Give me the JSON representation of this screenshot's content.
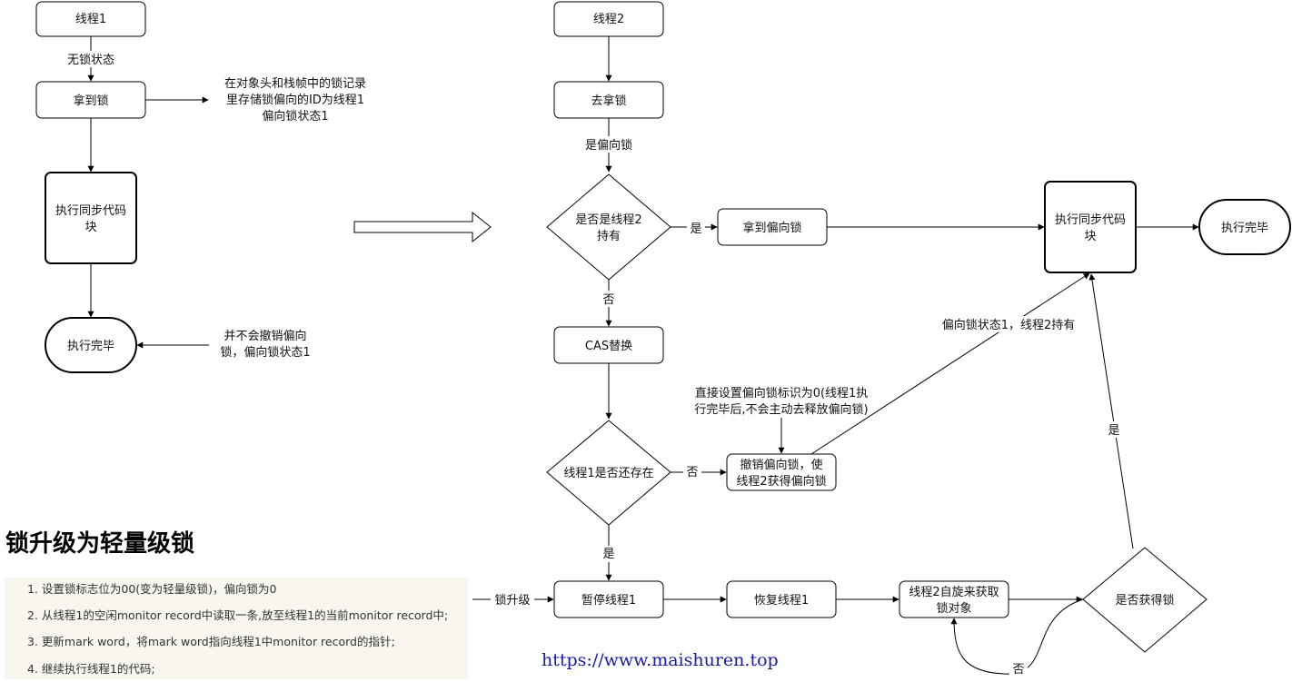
{
  "left_flow": {
    "thread1": "线程1",
    "no_lock_state": "无锁状态",
    "got_lock": "拿到锁",
    "record_note": [
      "在对象头和栈帧中的锁记录",
      "里存储锁偏向的ID为线程1",
      "偏向锁状态1"
    ],
    "exec_sync": [
      "执行同步代码",
      "块"
    ],
    "done": "执行完毕",
    "no_revoke_note": [
      "并不会撤销偏向",
      "锁，偏向锁状态1"
    ]
  },
  "right_flow": {
    "thread2": "线程2",
    "go_get_lock": "去拿锁",
    "is_biased": "是偏向锁",
    "held_by_t2": [
      "是否是线程2",
      "持有"
    ],
    "yes1": "是",
    "got_biased": "拿到偏向锁",
    "exec_sync": [
      "执行同步代码",
      "块"
    ],
    "done": "执行完毕",
    "no1": "否",
    "cas": "CAS替换",
    "t1_alive": "线程1是否还存在",
    "no2": "否",
    "revoke": [
      "撤销偏向锁，使",
      "线程2获得偏向锁"
    ],
    "set_note": [
      "直接设置偏向锁标识为0(线程1执",
      "行完毕后,不会主动去释放偏向锁)"
    ],
    "held_state": "偏向锁状态1，线程2持有",
    "yes2": "是",
    "upgrade": "锁升级",
    "pause_t1": "暂停线程1",
    "resume_t1": "恢复线程1",
    "spin": [
      "线程2自旋来获取",
      "锁对象"
    ],
    "got_lock_q": "是否获得锁",
    "no3": "否",
    "yes3": "是"
  },
  "heading": "锁升级为轻量级锁",
  "steps": [
    "1. 设置锁标志位为00(变为轻量级锁)，偏向锁为0",
    "2. 从线程1的空闲monitor record中读取一条,放至线程1的当前monitor record中;",
    "3. 更新mark word，将mark word指向线程1中monitor record的指针;",
    "4. 继续执行线程1的代码;"
  ],
  "watermark": "https://www.maishuren.top"
}
